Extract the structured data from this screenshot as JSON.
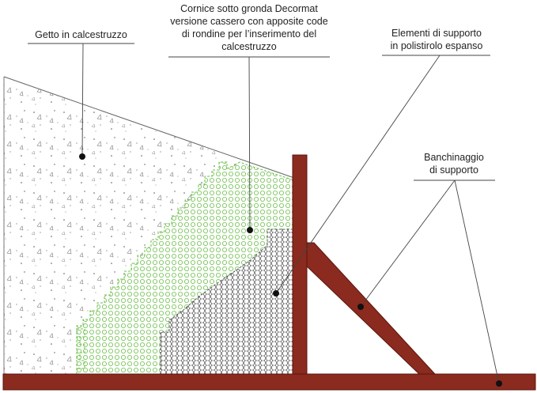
{
  "labels": {
    "getto": {
      "lines": [
        "Getto in calcestruzzo"
      ]
    },
    "cornice": {
      "lines": [
        "Cornice sotto gronda Decormat",
        "versione cassero con apposite code",
        "di rondine per l’inserimento del",
        "calcestruzzo"
      ]
    },
    "elementi": {
      "lines": [
        "Elementi di supporto",
        "in polistirolo espanso"
      ]
    },
    "banchinaggio": {
      "lines": [
        "Banchinaggio",
        "di supporto"
      ]
    }
  },
  "colors": {
    "timber": "#8b2a1e",
    "timber_edge": "#5a160e",
    "eaves_pattern": "#6cbf4a",
    "polystyrene_pattern": "#333333",
    "concrete_dots": "#555555",
    "leader": "#444444",
    "marker": "#111111"
  },
  "icons": {
    "marker": "filled-circle"
  }
}
